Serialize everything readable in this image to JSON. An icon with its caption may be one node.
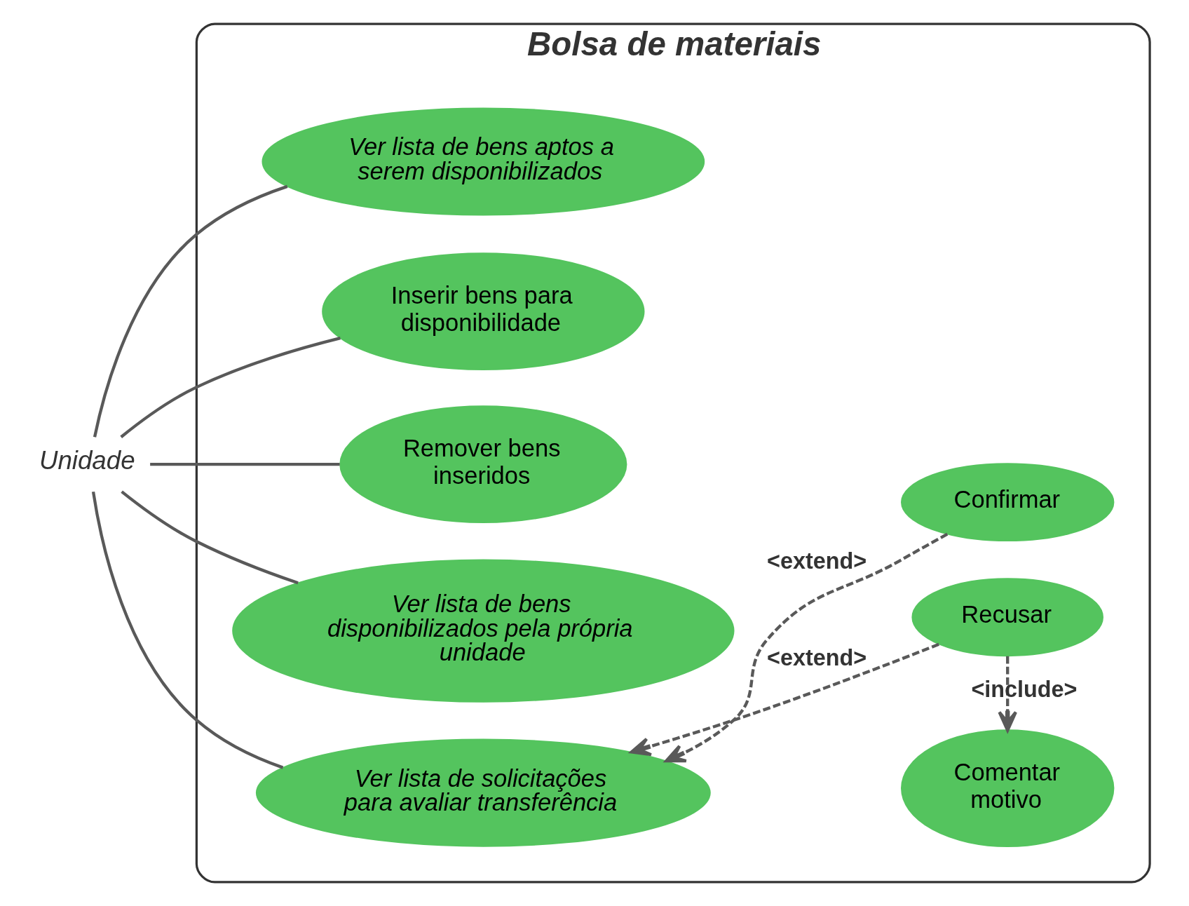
{
  "diagram": {
    "nodes": [
      {
        "text": [
          "Unidade"
        ]
      },
      {
        "text": [
          "Bolsa de materiais"
        ]
      },
      {
        "text": [
          "Ver lista de bens aptos a serem disponibilizados"
        ],
        "in": 1
      },
      {
        "text": [
          "Inserir bens para disponibilidade"
        ],
        "in": 1
      },
      {
        "text": [
          "Remover bens inseridos"
        ],
        "in": 1
      },
      {
        "text": [
          "Ver lista de bens disponibilizados pela própria unidade"
        ],
        "in": 1
      },
      {
        "text": [
          "Ver lista de solicitações para avaliar transferência"
        ],
        "in": 1
      },
      {
        "text": [
          "Confirmar"
        ],
        "in": 1
      },
      {
        "text": [
          "Recusar"
        ],
        "in": 1
      },
      {
        "text": [
          "Comentar motivo"
        ],
        "in": 1
      }
    ],
    "edges": [
      {
        "from": 2,
        "to": 0,
        "arrow": "none"
      },
      {
        "from": 3,
        "to": 0,
        "arrow": "none"
      },
      {
        "from": 4,
        "to": 0,
        "arrow": "none"
      },
      {
        "from": 5,
        "to": 0,
        "arrow": "none"
      },
      {
        "from": 6,
        "to": 0,
        "arrow": "none"
      },
      {
        "from": 7,
        "to": 6,
        "arrow": "to",
        "label": "<extend>",
        "style": "dashed"
      },
      {
        "from": 8,
        "to": 6,
        "arrow": "to",
        "label": "<extend>",
        "style": "dashed"
      },
      {
        "from": 8,
        "to": 9,
        "arrow": "to",
        "label": "<include>",
        "style": "dashed"
      }
    ]
  }
}
